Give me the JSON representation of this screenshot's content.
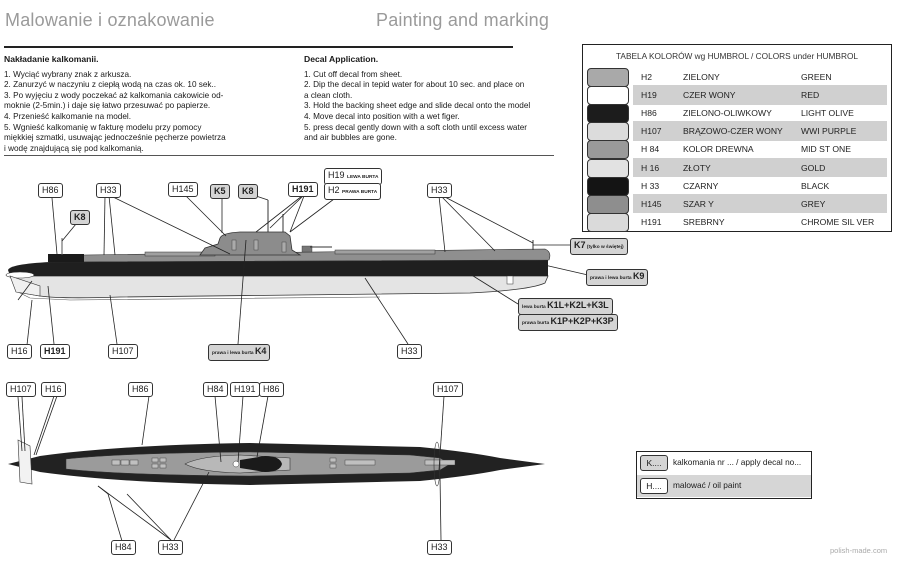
{
  "header": {
    "title_pl": "Malowanie i oznakowanie",
    "title_en": "Painting and  marking"
  },
  "instructions": {
    "pl": {
      "title": "Nakładanie kalkomanii.",
      "steps": [
        "1. Wyciąć wybrany znak z arkusza.",
        "2. Zanurzyć w naczyniu z ciepłą wodą na czas ok. 10 sek..",
        "3. Po wyjęciu z wody poczekać aż kalkomania cakowicie od-",
        "moknie (2-5min.) i daje się łatwo przesuwać po papierze.",
        "4. Przenieść kalkomanie na model.",
        "5. Wgnieść kalkomanię w fakturę modelu przy pomocy",
        "miękkiej szmatki, usuwając jednocześnie pęcherze powietrza",
        "i wodę znajdującą się pod kalkomanią."
      ]
    },
    "en": {
      "title": "Decal Application.",
      "steps": [
        "1. Cut off decal from sheet.",
        "2. Dip the decal in tepid water for about 10 sec. and place on",
        "a clean cloth.",
        "3. Hold the backing sheet edge and slide decal onto the model",
        "4. Move decal into position with a wet figer.",
        "5. press decal gently down with a soft cloth until excess water",
        "and air bubbles are gone."
      ]
    }
  },
  "color_table": {
    "title": "TABELA  KOLORÓW wg HUMBROL   / COLORS under HUMBROL",
    "rows": [
      {
        "code": "H2",
        "pl": "ZIELONY",
        "en": "GREEN",
        "swatch": "#a9a9a9"
      },
      {
        "code": "H19",
        "pl": "CZER WONY",
        "en": "RED",
        "swatch": "#ffffff"
      },
      {
        "code": "H86",
        "pl": "ZIELONO-OLIWKOWY",
        "en": "LIGHT  OLIVE",
        "swatch": "#1c1c1c"
      },
      {
        "code": "H107",
        "pl": "BRĄZOWO-CZER  WONY",
        "en": "WWI PURPLE",
        "swatch": "#dcdcdc"
      },
      {
        "code": "H 84",
        "pl": "KOLOR DREWNA",
        "en": "MID ST ONE",
        "swatch": "#9a9a9a"
      },
      {
        "code": "H 16",
        "pl": "ZŁOTY",
        "en": "GOLD",
        "swatch": "#e2e2e2"
      },
      {
        "code": "H 33",
        "pl": "CZARNY",
        "en": "BLACK",
        "swatch": "#141414"
      },
      {
        "code": "H145",
        "pl": "SZAR Y",
        "en": "GREY",
        "swatch": "#8e8e8e"
      },
      {
        "code": "H191",
        "pl": "SREBRNY",
        "en": "CHROME SIL VER",
        "swatch": "#dadada"
      }
    ]
  },
  "side_view_labels": {
    "h86": "H86",
    "h33_a": "H33",
    "h145": "H145",
    "k5": "K5",
    "k8_a": "K8",
    "h191": "H191",
    "h19": "H19",
    "h19_note": "LEWA BURTA",
    "h2": "H2",
    "h2_note": "PRAWA BURTA",
    "h33_b": "H33",
    "k8_b": "K8",
    "k7": "K7",
    "k7_note": "(tylko w świętej)",
    "k9": "K9",
    "k9_note": "prawa i lewa burta",
    "k1l": "K1L+K2L+K3L",
    "k1l_note": "lewa burta",
    "k1p": "K1P+K2P+K3P",
    "k1p_note": "prawa burta",
    "h16": "H16",
    "h191_b": "H191",
    "h107": "H107",
    "k4": "K4",
    "k4_note": "prawa i lewa burta",
    "h33_c": "H33"
  },
  "top_view_labels": {
    "h107_a": "H107",
    "h16": "H16",
    "h86_a": "H86",
    "h84_a": "H84",
    "h191": "H191",
    "h86_b": "H86",
    "h107_b": "H107",
    "h84_b": "H84",
    "h33_a": "H33",
    "h33_b": "H33"
  },
  "legend": {
    "k_tag": "K....",
    "k_text": "kalkomania nr ... / apply decal no...",
    "h_tag": "H....",
    "h_text": "malować / oil paint"
  },
  "watermark": "polish-made.com"
}
